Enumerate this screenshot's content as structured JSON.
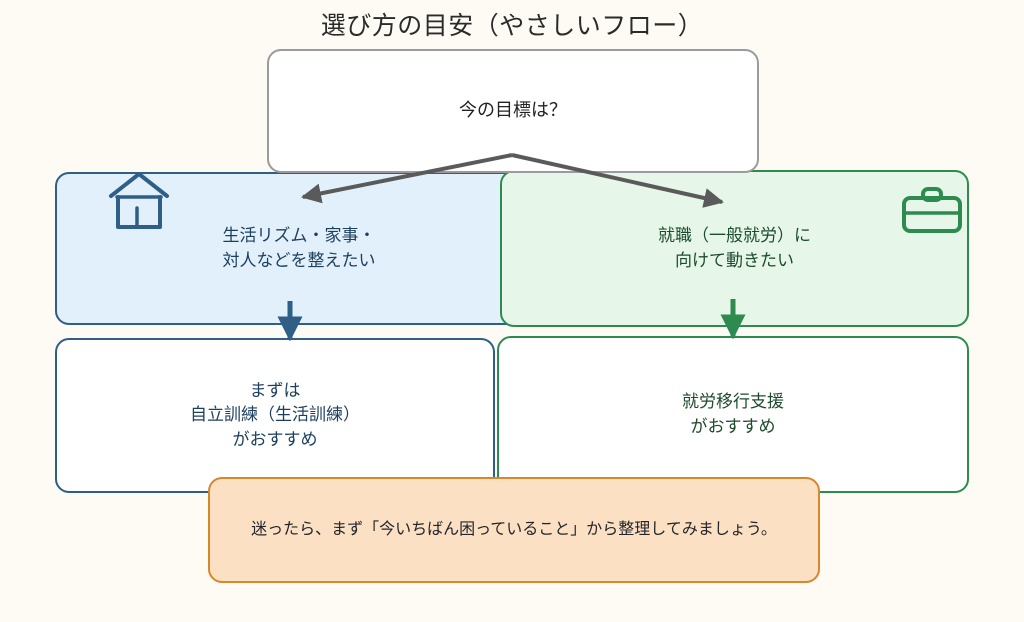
{
  "page": {
    "title": "選び方の目安（やさしいフロー）",
    "background_color": "#fdfbf3"
  },
  "diagram": {
    "type": "flowchart",
    "root": {
      "id": "root-question",
      "text": "今の目標は？",
      "border_color": "#9b9b9b",
      "fill_color": "#ffffff"
    },
    "branches": [
      {
        "id": "branch-life-skills",
        "text": "生活リズム・家事・\n対人などを整えたい",
        "icon": "house-icon",
        "border_color": "#2f5f86",
        "fill_color": "#e2f0fb",
        "text_color": "#1c3f5e",
        "result": {
          "id": "result-independence-training",
          "text": "まずは\n自立訓練（生活訓練）\nがおすすめ",
          "border_color": "#2f5f86",
          "fill_color": "#ffffff"
        }
      },
      {
        "id": "branch-employment",
        "text": "就職（一般就労）に\n向けて動きたい",
        "icon": "briefcase-icon",
        "border_color": "#2e8b4f",
        "fill_color": "#e6f7ea",
        "text_color": "#1d4b2c",
        "result": {
          "id": "result-employment-transition",
          "text": "就労移行支援\nがおすすめ",
          "border_color": "#2e8b4f",
          "fill_color": "#ffffff"
        }
      }
    ],
    "note": {
      "id": "tip-note",
      "text": "迷ったら、まず「今いちばん困っていること」から整理してみましょう。",
      "border_color": "#d9862c",
      "fill_color": "#fbe0c4",
      "text_color": "#23252a"
    },
    "connectors": [
      {
        "id": "root-to-left",
        "from": "root-question",
        "to": "branch-life-skills",
        "color": "#5a5a5a",
        "style": "arrow"
      },
      {
        "id": "root-to-right",
        "from": "root-question",
        "to": "branch-employment",
        "color": "#5a5a5a",
        "style": "arrow"
      },
      {
        "id": "left-to-result",
        "from": "branch-life-skills",
        "to": "result-independence-training",
        "color": "#2f5f86",
        "style": "arrow"
      },
      {
        "id": "right-to-result",
        "from": "branch-employment",
        "to": "result-employment-transition",
        "color": "#2e8b4f",
        "style": "arrow"
      }
    ]
  }
}
